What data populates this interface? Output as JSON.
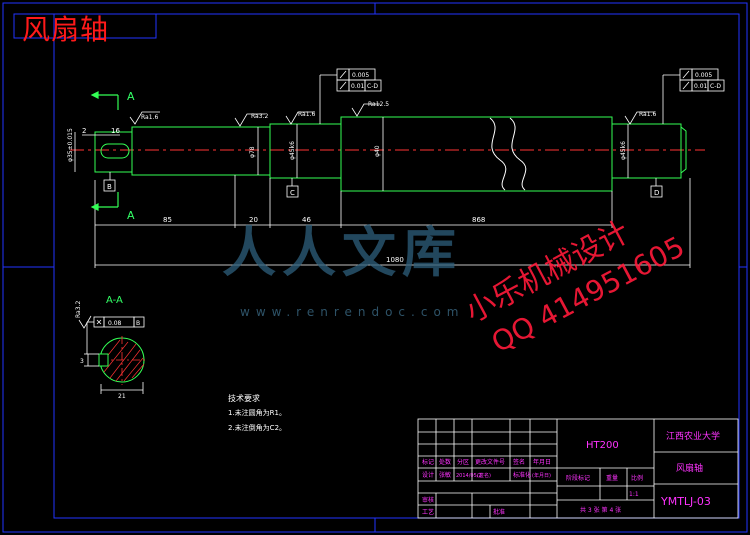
{
  "drawing": {
    "title": "风扇轴",
    "watermark_cn": "小乐机械设计",
    "watermark_qq": "QQ 414951605",
    "watermark_site": "www.renrendoc.com",
    "watermark_big": "人人文库"
  },
  "section_labels": {
    "a_top": "A",
    "a_bottom": "A",
    "a_a": "A-A"
  },
  "datums": {
    "b": "B",
    "c": "C",
    "d": "D"
  },
  "roughness": {
    "r1": "Ra1.6",
    "r2": "Ra3.2",
    "r3": "Ra1.6",
    "r4": "Ra12.5",
    "r5": "Ra1.6",
    "r6": "Ra3.2"
  },
  "tolerances": {
    "left_runout": "0.005",
    "left_runout2": "0.01",
    "left_ref": "C-D",
    "right_runout": "0.005",
    "right_runout2": "0.01",
    "right_ref": "C-D",
    "key_sym": "0.08",
    "key_ref": "B"
  },
  "dims": {
    "d_2": "2",
    "d_16": "16",
    "d_85": "85",
    "d_20": "20",
    "d_46": "46",
    "d_868": "868",
    "d_1080": "1080",
    "d_phi78": "φ78",
    "d_phi_left": "φ35±0.015",
    "d_phi_c": "φ45k6",
    "d_phi_mid": "φ40",
    "d_phi_d": "φ45k6",
    "d_3": "3",
    "d_21": "21"
  },
  "notes": {
    "heading": "技术要求",
    "line1": "1.未注圆角为R1。",
    "line2": "2.未注倒角为C2。"
  },
  "title_block": {
    "material": "HT200",
    "org": "江西农业大学",
    "part_name": "风扇轴",
    "drawing_no": "YMTLJ-03",
    "scale": "1:1",
    "sheet_info": "共 3 张  第 4 张",
    "labels": {
      "row1": [
        "标记",
        "处数",
        "分区",
        "更改文件号",
        "签名",
        "年月日"
      ],
      "row2": [
        "设计",
        "张敏",
        "2014/05/2",
        "标准化",
        "(签名)",
        "(年月日)"
      ],
      "stage": "阶段标记",
      "weight": "重量",
      "ratio": "比例",
      "check": "审核",
      "process": "工艺",
      "approve": "批准"
    }
  }
}
